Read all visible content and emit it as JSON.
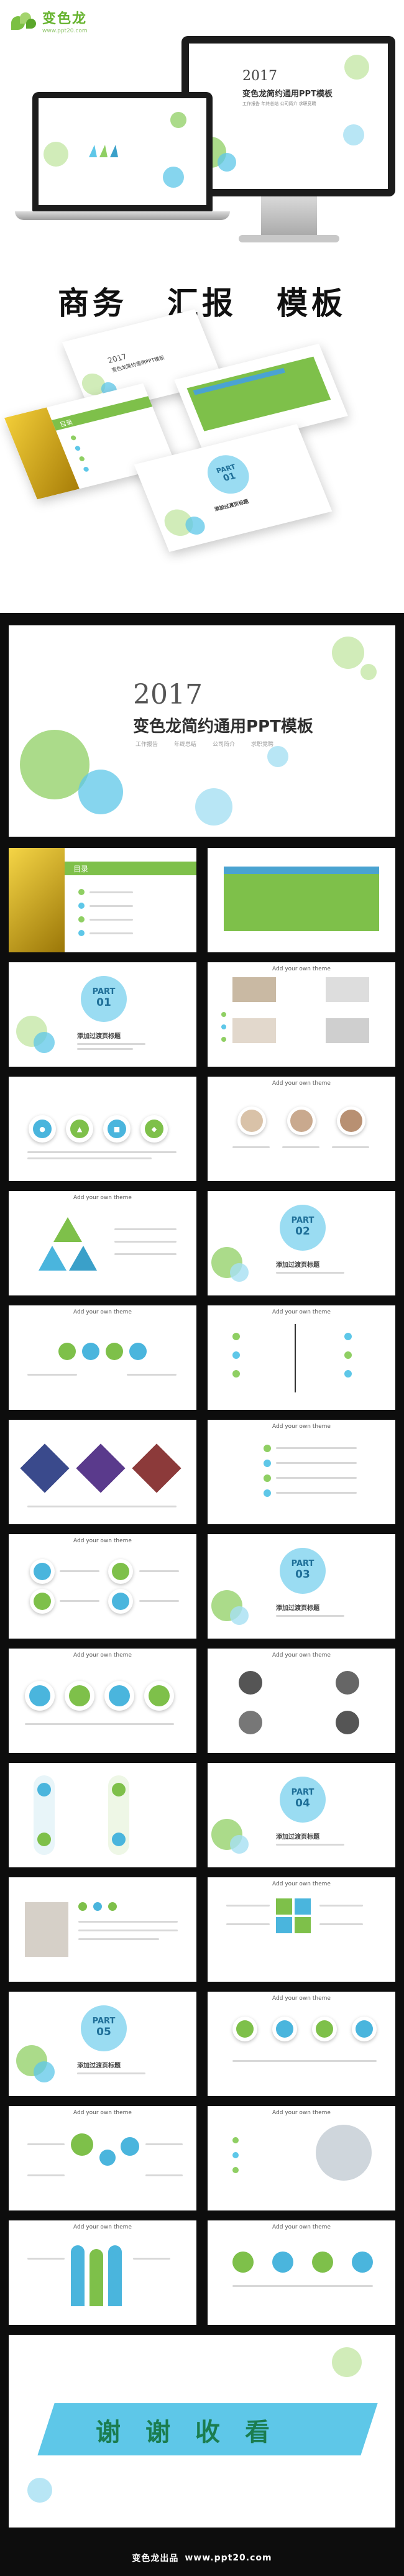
{
  "brand": {
    "name": "变色龙",
    "url": "www.ppt20.com",
    "colors": {
      "green": "#8fcf63",
      "blue": "#5ec7e8",
      "dark": "#0d0d0d"
    }
  },
  "hero": {
    "heading": [
      "商务",
      "汇报",
      "模板"
    ],
    "monitor_year": "2017",
    "monitor_title": "变色龙简约通用PPT模板",
    "monitor_sub": "工作报告  年终总结  公司简介  求职竞聘",
    "card_section": "目录",
    "card_part": "PART",
    "card_part_no": "01",
    "card_heading": "添加过渡页标题"
  },
  "cover": {
    "year": "2017",
    "title": "变色龙简约通用PPT模板",
    "tags": [
      "工作报告",
      "年终总结",
      "公司简介",
      "求职竞聘"
    ]
  },
  "slides": {
    "toc_label": "目录",
    "generic_title": "Add your own theme",
    "part_label": "PART",
    "parts": [
      {
        "no": "01",
        "title": "添加过渡页标题"
      },
      {
        "no": "02",
        "title": "添加过渡页标题"
      },
      {
        "no": "03",
        "title": "添加过渡页标题"
      },
      {
        "no": "04",
        "title": "添加过渡页标题"
      },
      {
        "no": "05",
        "title": "添加过渡页标题"
      }
    ],
    "thanks": [
      "谢",
      "谢",
      "收",
      "看"
    ]
  },
  "footer": {
    "text": "变色龙出品",
    "url": "www.ppt20.com"
  }
}
